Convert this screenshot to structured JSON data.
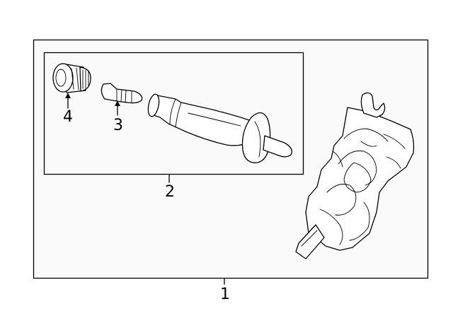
{
  "callouts": {
    "assembly": "1",
    "sensor": "2",
    "valve_core": "3",
    "valve_cap": "4"
  }
}
